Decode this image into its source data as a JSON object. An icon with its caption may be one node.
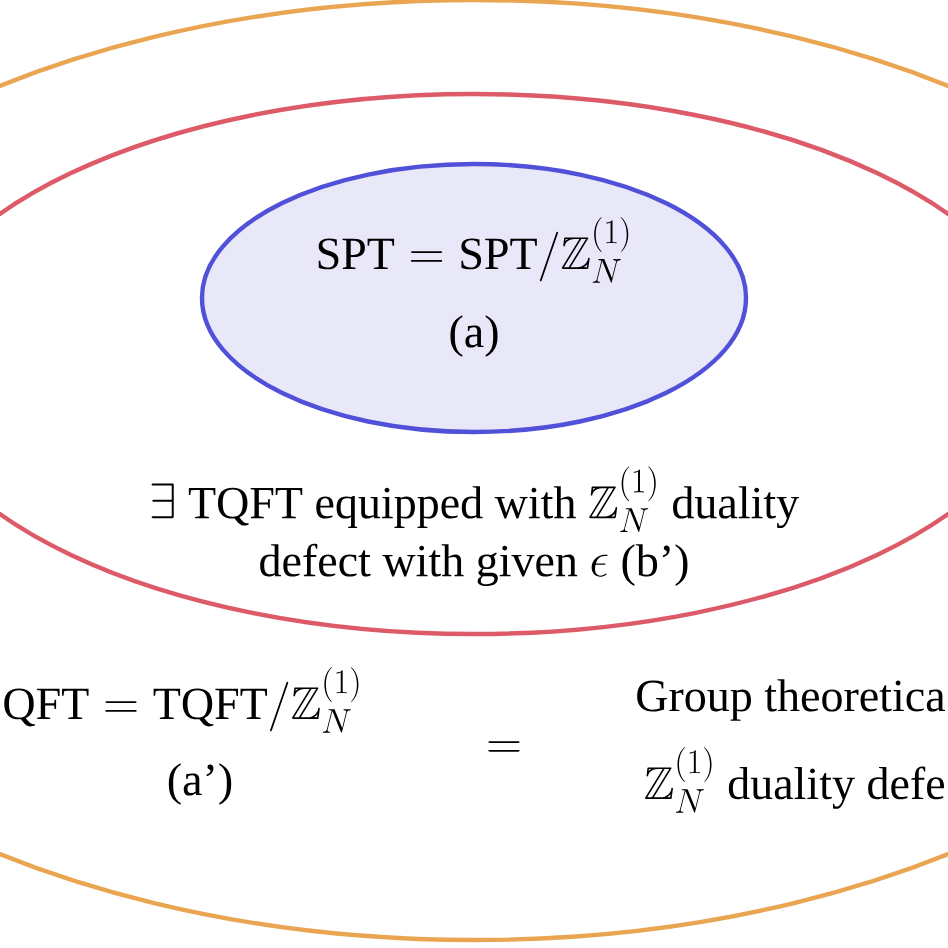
{
  "diagram": {
    "nodes": [
      {
        "text": [
          "\\mathrm{QFT} = \\mathrm{TQFT}/\\mathbb{Z}_N^{(1)}",
          "(a’)",
          "=",
          "Group theoretica",
          "\\mathbb{Z}_N^{(1)}\\ \\text{duality defe}"
        ]
      },
      {
        "text": [
          "\\begin{array}{c}\\exists\\ \\text{TQFT equipped with }\\mathbb{Z}_N^{(1)}\\text{ duality}\\\\ \\text{defect with given }\\epsilon\\text{ (b’)}\\end{array}"
        ],
        "in": 0
      },
      {
        "text": [
          "\\mathrm{SPT} = \\mathrm{SPT}/\\mathbb{Z}_N^{(1)}",
          "(a)"
        ],
        "in": 1
      }
    ]
  }
}
